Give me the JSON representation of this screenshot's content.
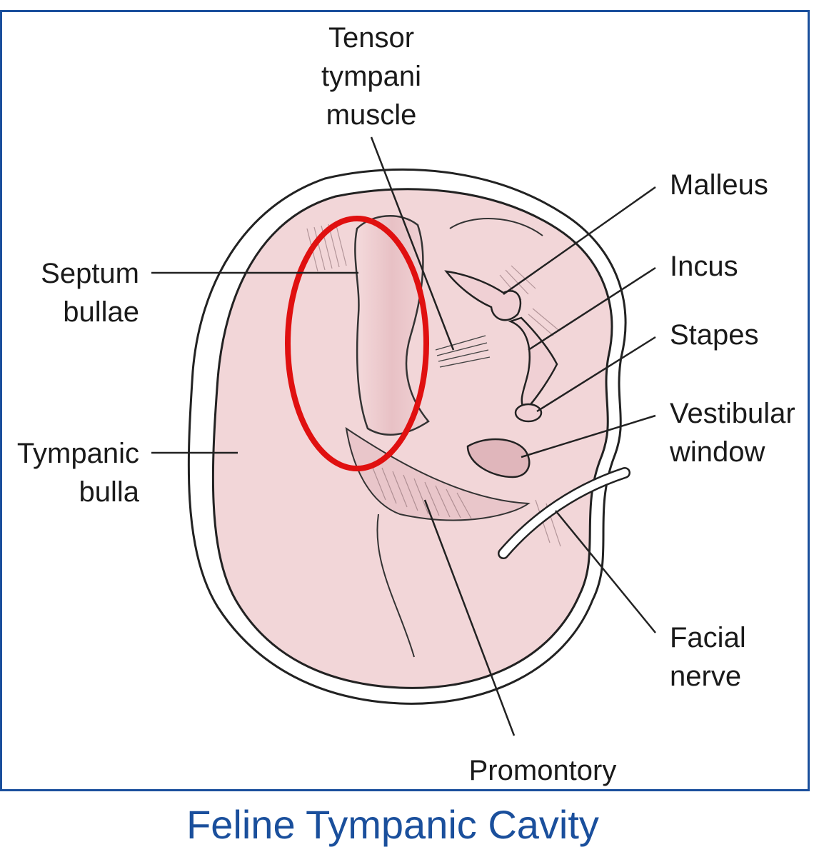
{
  "labels": {
    "tensor": [
      "Tensor",
      "tympani",
      "muscle"
    ],
    "malleus": "Malleus",
    "incus": "Incus",
    "stapes": "Stapes",
    "vestibular": [
      "Vestibular",
      "window"
    ],
    "septum": [
      "Septum",
      "bullae"
    ],
    "tympanic_bulla": [
      "Tympanic",
      "bulla"
    ],
    "facial": [
      "Facial",
      "nerve"
    ],
    "promontory": "Promontory"
  },
  "caption": "Feline Tympanic Cavity",
  "colors": {
    "frame": "#1a4f9c",
    "caption": "#1a4f9c",
    "tissue": "#f2d6d8",
    "highlight": "#e01010"
  }
}
